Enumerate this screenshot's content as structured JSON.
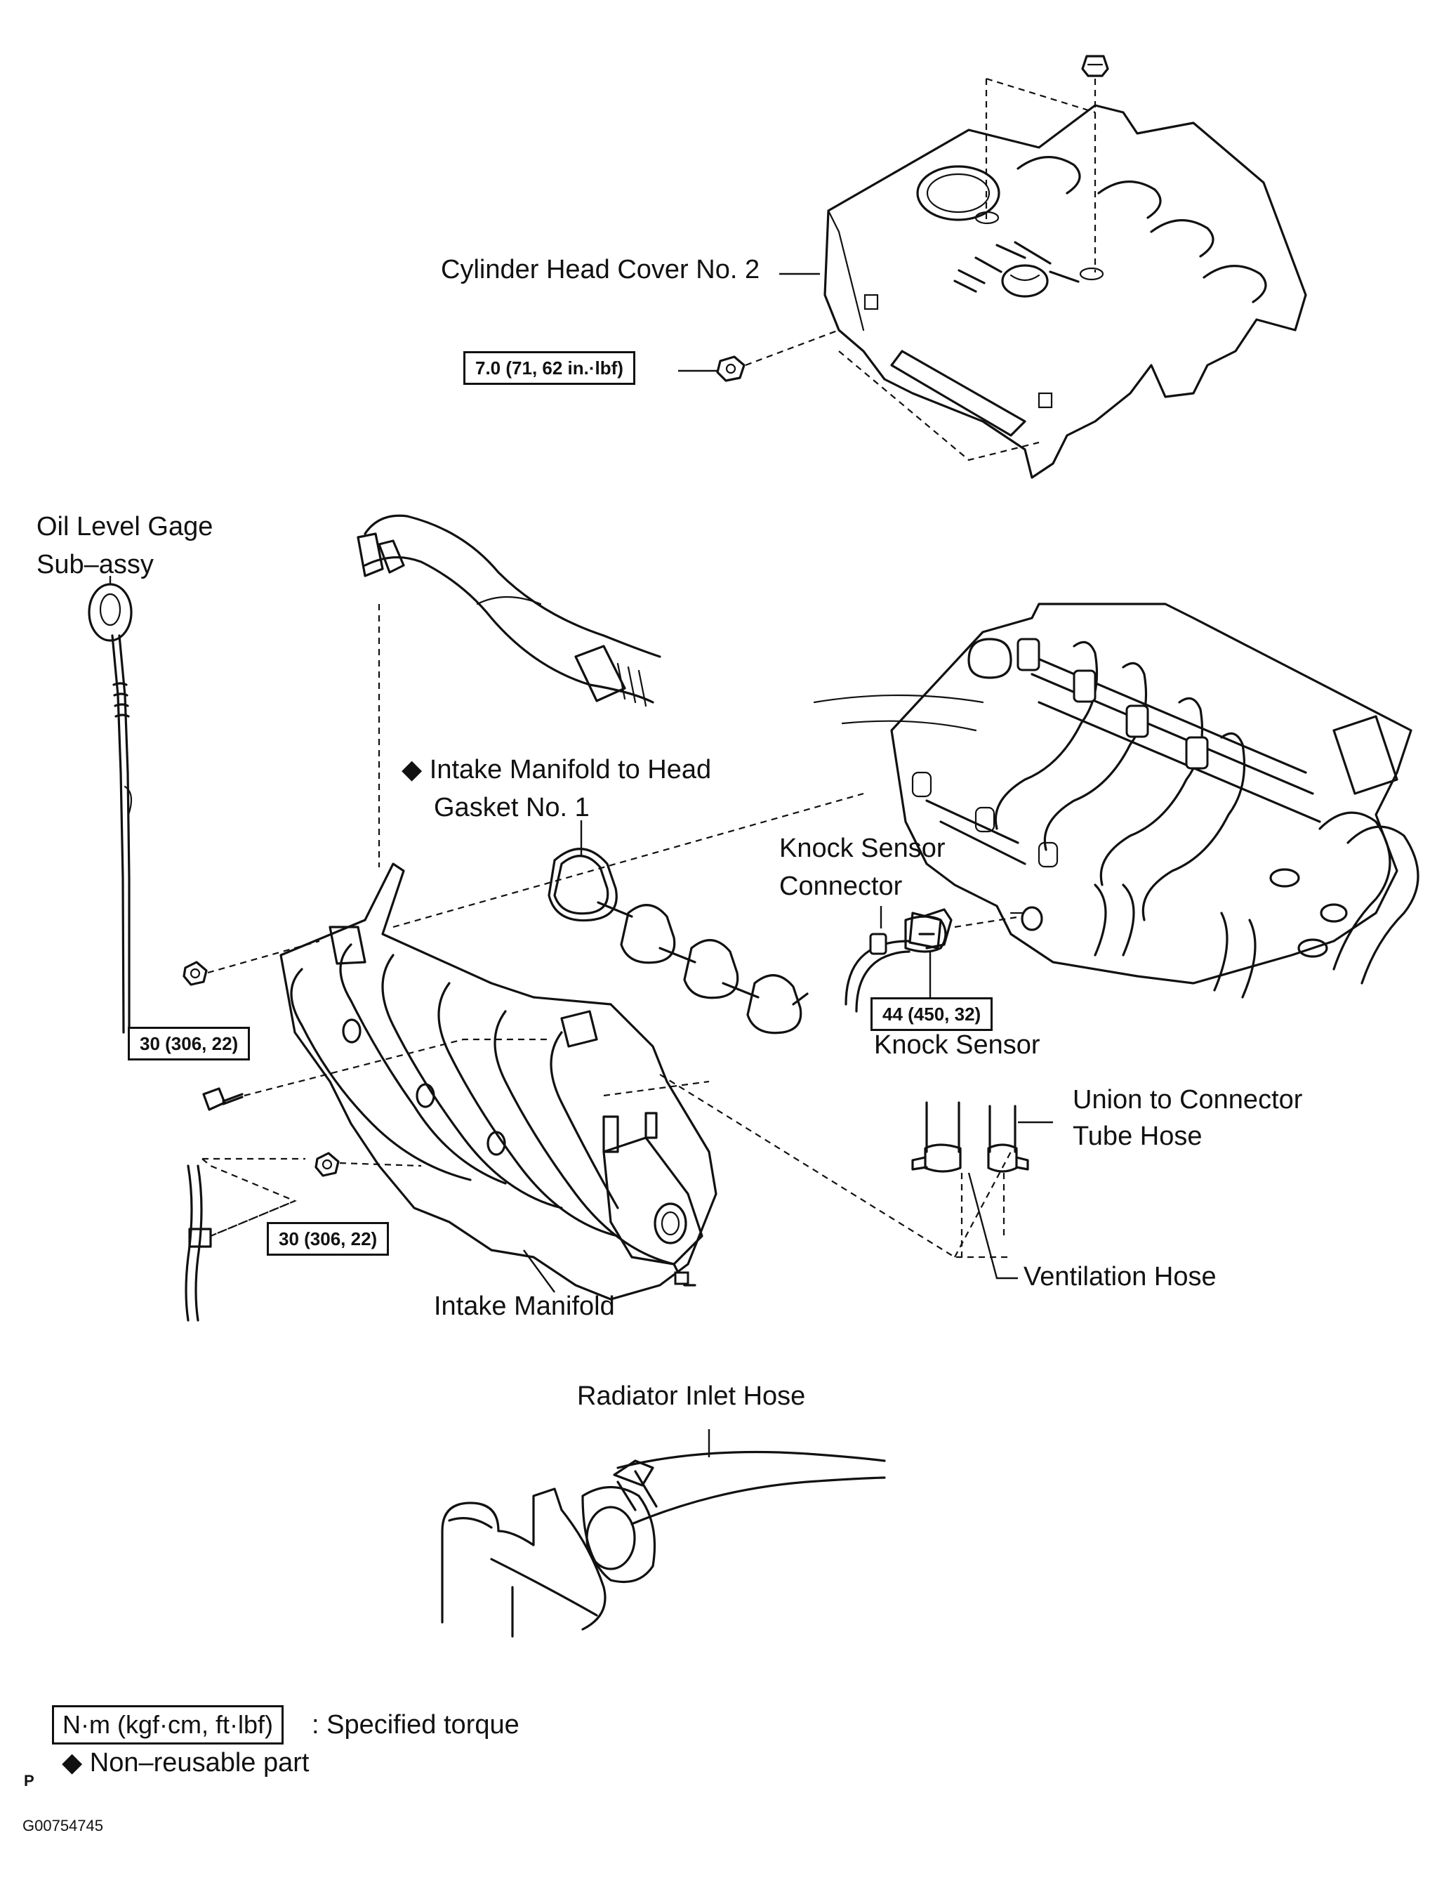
{
  "labels": {
    "cylinder_head_cover": "Cylinder Head Cover No. 2",
    "oil_level_gage_line1": "Oil Level Gage",
    "oil_level_gage_line2": "Sub–assy",
    "gasket_line1": "Intake Manifold to Head",
    "gasket_line2": "Gasket No. 1",
    "knock_connector_line1": "Knock Sensor",
    "knock_connector_line2": "Connector",
    "knock_sensor": "Knock Sensor",
    "union_line1": "Union to Connector",
    "union_line2": "Tube Hose",
    "ventilation_hose": "Ventilation Hose",
    "intake_manifold": "Intake Manifold",
    "radiator_inlet_hose": "Radiator Inlet Hose",
    "non_reusable_marker": "◆"
  },
  "torques": {
    "head_cover_nut": "7.0 (71, 62 in.·lbf)",
    "knock_sensor": "44 (450, 32)",
    "manifold_bolt": "30 (306, 22)",
    "manifold_nut": "30 (306, 22)"
  },
  "legend": {
    "torque_unit": "N·m (kgf·cm, ft·lbf)",
    "torque_desc": ": Specified torque",
    "non_reusable_marker": "◆",
    "non_reusable_desc": "Non–reusable part"
  },
  "footer": {
    "page_letter": "P",
    "figure_code": "G00754745"
  }
}
